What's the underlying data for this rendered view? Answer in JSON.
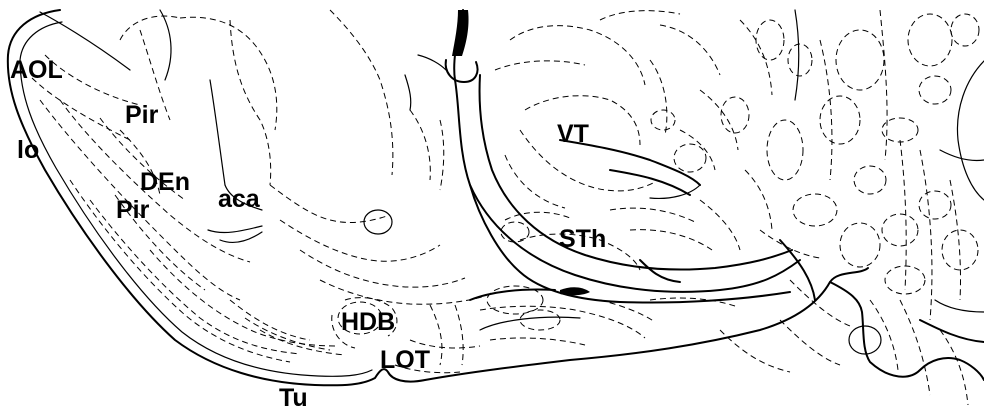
{
  "diagram": {
    "labels": {
      "aol": "AOL",
      "pir_top": "Pir",
      "lo": "lo",
      "den": "DEn",
      "aca": "aca",
      "pir_lower": "Pir",
      "vt": "VT",
      "sth": "STh",
      "hdb": "HDB",
      "lot": "LOT",
      "tu": "Tu"
    }
  }
}
